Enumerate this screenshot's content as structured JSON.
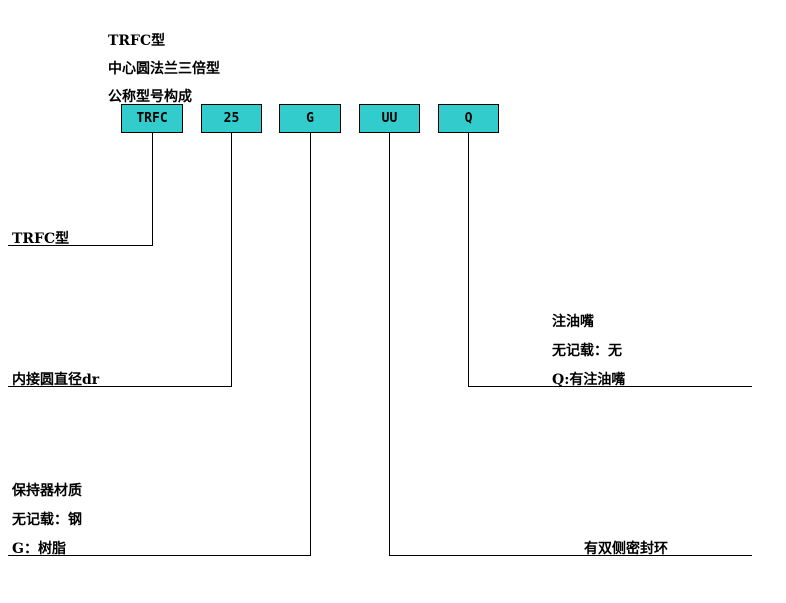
{
  "header": {
    "line1": "TRFC型",
    "line2": "中心圆法兰三倍型",
    "line3": "公称型号构成"
  },
  "boxes": [
    "TRFC",
    "25",
    "G",
    "UU",
    "Q"
  ],
  "labels": {
    "type": "TRFC型",
    "diameter": "内接圆直径dr",
    "cage_title": "保持器材质",
    "cage_none": "无记载：钢",
    "cage_g": "G：树脂",
    "seal": "有双侧密封环",
    "grease_title": "注油嘴",
    "grease_none": "无记载：无",
    "grease_q": "Q:有注油嘴"
  },
  "colors": {
    "box_fill": "#33cccc",
    "line": "#000000"
  }
}
